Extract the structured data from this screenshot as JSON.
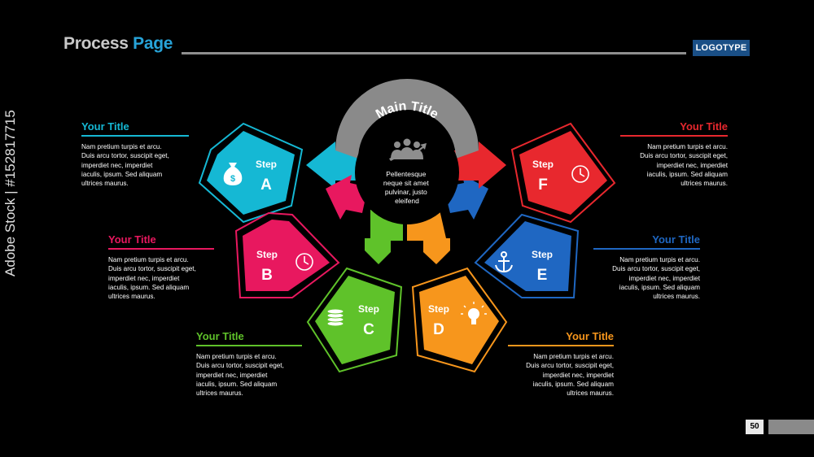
{
  "header": {
    "title_word1": "Process",
    "title_word2": "Page",
    "logo": "LOGOTYPE"
  },
  "center": {
    "title": "Main Title",
    "text_line1": "Pellentesque",
    "text_line2": "neque sit amet",
    "text_line3": "pulvinar, justo",
    "text_line4": "eleifend"
  },
  "steps": [
    {
      "label": "Step",
      "letter": "A",
      "color": "#15b8d4",
      "icon": "money-bag-icon"
    },
    {
      "label": "Step",
      "letter": "B",
      "color": "#e8185f",
      "icon": "clock-icon"
    },
    {
      "label": "Step",
      "letter": "C",
      "color": "#5fc22a",
      "icon": "coin-stack-icon"
    },
    {
      "label": "Step",
      "letter": "D",
      "color": "#f7961c",
      "icon": "lightbulb-icon"
    },
    {
      "label": "Step",
      "letter": "E",
      "color": "#1f67c2",
      "icon": "anchor-icon"
    },
    {
      "label": "Step",
      "letter": "F",
      "color": "#e8282e",
      "icon": "clock-icon"
    }
  ],
  "callouts": [
    {
      "title": "Your Title",
      "color": "#15b8d4",
      "lines": [
        "Nam pretium turpis et arcu.",
        "Duis arcu tortor, suscipit eget,",
        "imperdiet nec, imperdiet",
        "iaculis, ipsum. Sed aliquam",
        "ultrices maurus."
      ]
    },
    {
      "title": "Your Title",
      "color": "#e8185f",
      "lines": [
        "Nam pretium turpis et arcu.",
        "Duis arcu tortor, suscipit eget,",
        "imperdiet nec, imperdiet",
        "iaculis, ipsum. Sed aliquam",
        "ultrices maurus."
      ]
    },
    {
      "title": "Your Title",
      "color": "#5fc22a",
      "lines": [
        "Nam pretium turpis et arcu.",
        "Duis arcu tortor, suscipit eget,",
        "imperdiet nec, imperdiet",
        "iaculis, ipsum. Sed aliquam",
        "ultrices maurus."
      ]
    },
    {
      "title": "Your Title",
      "color": "#f7961c",
      "lines": [
        "Nam pretium turpis et arcu.",
        "Duis arcu tortor, suscipit eget,",
        "imperdiet nec, imperdiet",
        "iaculis, ipsum. Sed aliquam",
        "ultrices maurus."
      ]
    },
    {
      "title": "Your Title",
      "color": "#1f67c2",
      "lines": [
        "Nam pretium turpis et arcu.",
        "Duis arcu tortor, suscipit eget,",
        "imperdiet nec, imperdiet",
        "iaculis, ipsum. Sed aliquam",
        "ultrices maurus."
      ]
    },
    {
      "title": "Your Title",
      "color": "#e8282e",
      "lines": [
        "Nam pretium turpis et arcu.",
        "Duis arcu tortor, suscipit eget,",
        "imperdiet nec, imperdiet",
        "iaculis, ipsum. Sed aliquam",
        "ultrices maurus."
      ]
    }
  ],
  "footer": {
    "page_number": "50"
  },
  "watermark": "Adobe Stock | #152817715"
}
